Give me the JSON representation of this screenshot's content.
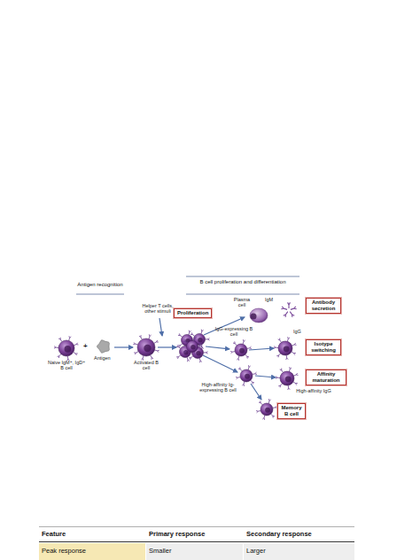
{
  "diagram": {
    "nodes": [
      {
        "text": [
          "Proliferation"
        ]
      },
      {
        "text": [
          "Antibody secretion"
        ]
      },
      {
        "text": [
          "Isotype switching"
        ]
      },
      {
        "text": [
          "Affinity maturation"
        ]
      },
      {
        "text": [
          "Memory B cell"
        ]
      }
    ],
    "labels": [
      "Antigen recognition",
      "B cell proliferation and differentiation",
      "Helper T cells, other stimuli",
      "Plasma cell",
      "IgM",
      "IgG-expressing B cell",
      "IgG",
      "Naive IgM⁺, IgD⁺ B cell",
      "+",
      "Antigen",
      "Activated B cell",
      "High-affinity Ig-expressing B cell",
      "High-affinity IgG",
      "Feature",
      "Primary response",
      "Secondary response",
      "Peak response",
      "Smaller",
      "Larger"
    ]
  }
}
